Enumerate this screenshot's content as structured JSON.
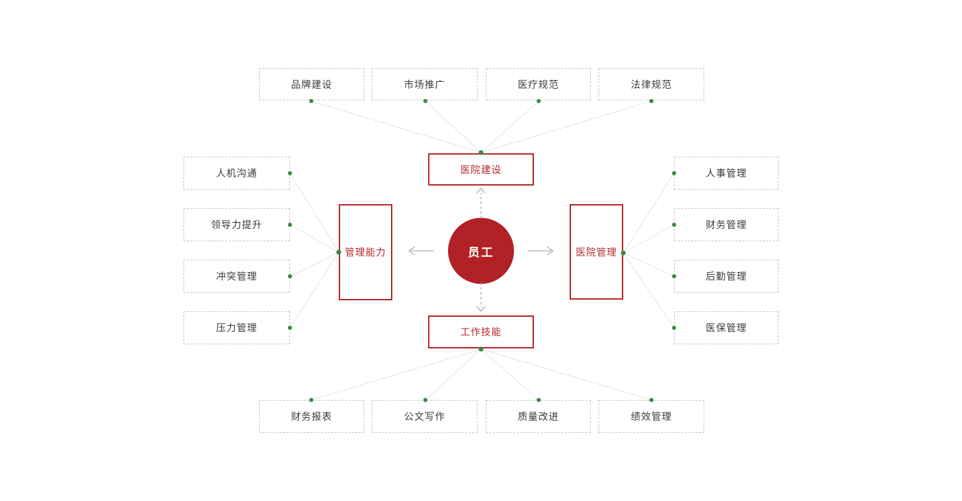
{
  "diagram": {
    "center": {
      "label": "员工"
    },
    "hubs": {
      "top": {
        "label": "医院建设"
      },
      "left": {
        "label": "管理能力"
      },
      "right": {
        "label": "医院管理"
      },
      "bottom": {
        "label": "工作技能"
      }
    },
    "leaves": {
      "top": [
        {
          "label": "品牌建设"
        },
        {
          "label": "市场推广"
        },
        {
          "label": "医疗规范"
        },
        {
          "label": "法律规范"
        }
      ],
      "left": [
        {
          "label": "人机沟通"
        },
        {
          "label": "领导力提升"
        },
        {
          "label": "冲突管理"
        },
        {
          "label": "压力管理"
        }
      ],
      "right": [
        {
          "label": "人事管理"
        },
        {
          "label": "财务管理"
        },
        {
          "label": "后勤管理"
        },
        {
          "label": "医保管理"
        }
      ],
      "bottom": [
        {
          "label": "财务报表"
        },
        {
          "label": "公文写作"
        },
        {
          "label": "质量改进"
        },
        {
          "label": "绩效管理"
        }
      ]
    },
    "colors": {
      "accent_red": "#b5282c",
      "circle_red": "#b22125",
      "dot_green": "#3a8a3e",
      "line_gray": "#e3e3e3",
      "arrow_gray": "#999999",
      "leaf_border_gray": "#c6c6c6",
      "leaf_text": "#3a3a3a"
    }
  }
}
